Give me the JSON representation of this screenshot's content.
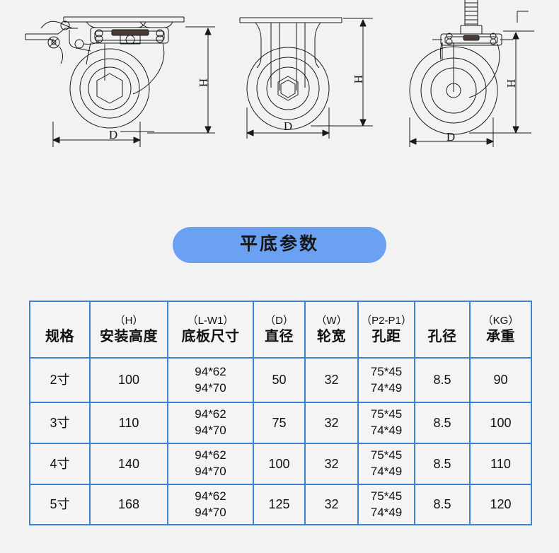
{
  "background_color": "#f2f2f2",
  "accent_color": "#3a82d8",
  "banner_color": "#6ba1f2",
  "banner": {
    "title": "平底参数"
  },
  "drawings": [
    {
      "name": "swivel-caster-with-brake",
      "dimension_labels": {
        "height": "H",
        "diameter": "D"
      }
    },
    {
      "name": "rigid-caster",
      "dimension_labels": {
        "height": "H",
        "diameter": "D"
      }
    },
    {
      "name": "swivel-caster-threaded-stem",
      "dimension_labels": {
        "height": "H",
        "diameter": "D"
      }
    }
  ],
  "table": {
    "headers": [
      {
        "code": "",
        "label": "规格"
      },
      {
        "code": "（H）",
        "label": "安装高度"
      },
      {
        "code": "（L-W1）",
        "label": "底板尺寸"
      },
      {
        "code": "（D）",
        "label": "直径"
      },
      {
        "code": "（W）",
        "label": "轮宽"
      },
      {
        "code": "（P2-P1）",
        "label": "孔距"
      },
      {
        "code": "",
        "label": "孔径"
      },
      {
        "code": "（KG）",
        "label": "承重"
      }
    ],
    "rows": [
      {
        "spec": "2寸",
        "install_height": "100",
        "plate_size": "94*62\n94*70",
        "diameter": "50",
        "wheel_width": "32",
        "hole_spacing": "75*45\n74*49",
        "hole_diameter": "8.5",
        "load_capacity": "90"
      },
      {
        "spec": "3寸",
        "install_height": "110",
        "plate_size": "94*62\n94*70",
        "diameter": "75",
        "wheel_width": "32",
        "hole_spacing": "75*45\n74*49",
        "hole_diameter": "8.5",
        "load_capacity": "100"
      },
      {
        "spec": "4寸",
        "install_height": "140",
        "plate_size": "94*62\n94*70",
        "diameter": "100",
        "wheel_width": "32",
        "hole_spacing": "75*45\n74*49",
        "hole_diameter": "8.5",
        "load_capacity": "110"
      },
      {
        "spec": "5寸",
        "install_height": "168",
        "plate_size": "94*62\n94*70",
        "diameter": "125",
        "wheel_width": "32",
        "hole_spacing": "75*45\n74*49",
        "hole_diameter": "8.5",
        "load_capacity": "120"
      }
    ]
  }
}
